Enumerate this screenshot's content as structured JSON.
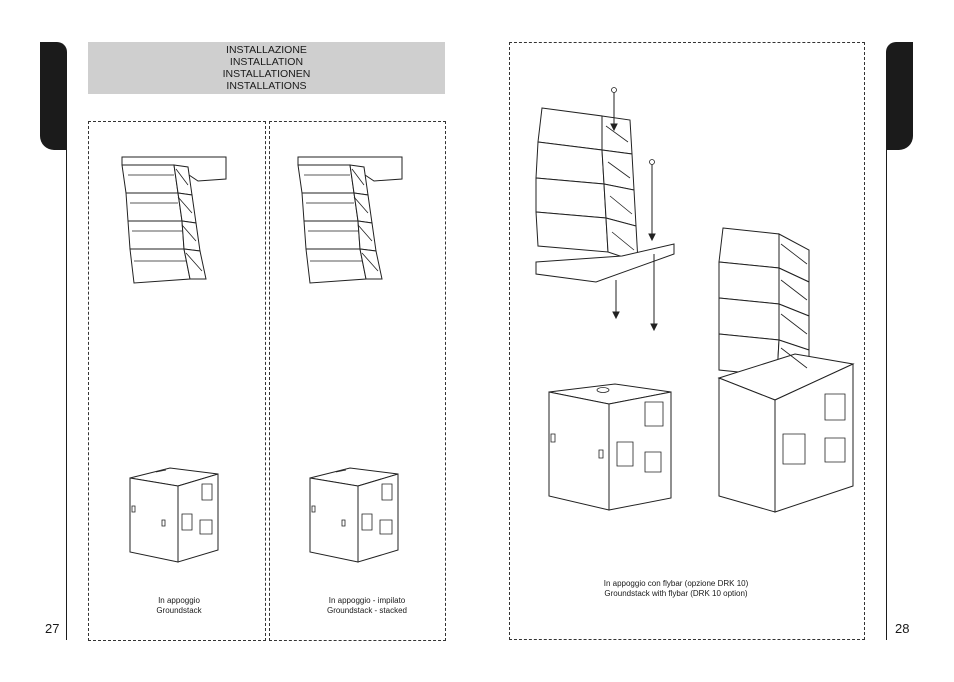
{
  "header": {
    "lines": [
      "INSTALLAZIONE",
      "INSTALLATION",
      "INSTALLATIONEN",
      "INSTALLATIONS"
    ]
  },
  "figures": [
    {
      "caption_line1": "In appoggio",
      "caption_line2": "Groundstack"
    },
    {
      "caption_line1": "In appoggio - impilato",
      "caption_line2": "Groundstack - stacked"
    },
    {
      "caption_line1": "In appoggio con flybar (opzione DRK 10)",
      "caption_line2": "Groundstack with flybar (DRK 10 option)"
    }
  ],
  "pages": {
    "left": "27",
    "right": "28"
  }
}
